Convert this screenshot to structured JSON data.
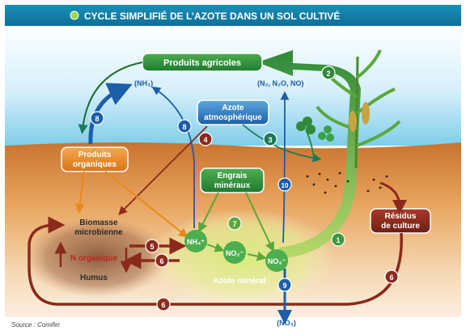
{
  "title": "CYCLE SIMPLIFIÉ DE L’AZOTE DANS UN SOL CULTIVÉ",
  "source": "Source : Comifer",
  "boxes": {
    "produits_agricoles": "Produits agricoles",
    "azote_atmospherique_1": "Azote",
    "azote_atmospherique_2": "atmosphérique",
    "produits_organiques_1": "Produits",
    "produits_organiques_2": "organiques",
    "engrais_mineraux_1": "Engrais",
    "engrais_mineraux_2": "minéraux",
    "residus_1": "Résidus",
    "residus_2": "de culture"
  },
  "labels": {
    "nh3": "(NH₃)",
    "gases": "(N₂, N₂O, NO)",
    "biomasse_1": "Biomasse",
    "biomasse_2": "microbienne",
    "n_organique": "N organique",
    "humus": "Humus",
    "azote_mineral": "Azote minéral",
    "no3_leached": "(NO₃)"
  },
  "ions": {
    "nh4": "NH₄⁺",
    "no2": "NO₂⁻",
    "no3": "NO₃⁻"
  },
  "steps": {
    "s1": "1",
    "s2": "2",
    "s3": "3",
    "s4": "4",
    "s5": "5",
    "s6a": "6",
    "s6b": "6",
    "s6c": "6",
    "s7": "7",
    "s8a": "8",
    "s8b": "8",
    "s9": "9",
    "s10": "10"
  },
  "colors": {
    "green": "#3a9a3c",
    "dark_green": "#1e6b2a",
    "blue": "#1d5ea8",
    "dark_red": "#8b2a1c",
    "orange": "#e58a1f",
    "teal": "#1a7a7a"
  }
}
